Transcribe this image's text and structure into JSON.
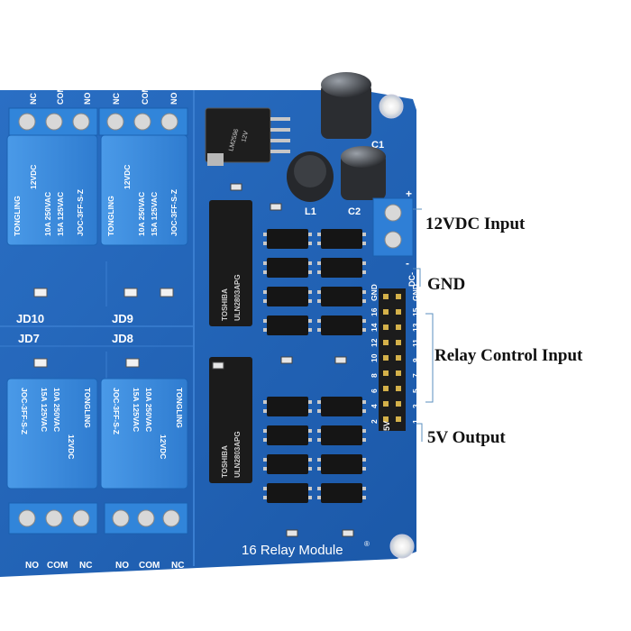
{
  "board": {
    "name": "16 Relay Module",
    "registered_mark": "®",
    "relay_labels": [
      "JD10",
      "JD9",
      "JD7",
      "JD8"
    ],
    "terminal_labels": {
      "top_left": [
        "NC",
        "COM",
        "NO"
      ],
      "top_right": [
        "NC",
        "COM",
        "NO"
      ],
      "bottom_left": [
        "NO",
        "COM",
        "NC"
      ],
      "bottom_right": [
        "NO",
        "COM",
        "NC"
      ]
    },
    "relay_text": {
      "brand": "TONGLING",
      "voltage": "12VDC",
      "rating1": "10A 250VAC",
      "rating2": "15A 125VAC",
      "rating3": "10A 250VAC",
      "model": "JOC-3FF-S-Z"
    },
    "ic_text": {
      "maker": "TOSHIBA",
      "part": "ULN2803APG"
    },
    "component_labels": {
      "l1": "L1",
      "c1": "C1",
      "c2": "C2"
    },
    "regulator_text": {
      "line1": "LM2596",
      "line2": "12V"
    },
    "header_top_labels": [
      "2",
      "4",
      "6",
      "8",
      "10",
      "12",
      "14",
      "16",
      "GND"
    ],
    "header_bottom_labels": [
      "1",
      "3",
      "5",
      "7",
      "9",
      "11",
      "13",
      "15",
      "GND"
    ],
    "header_side_top": "DC-",
    "header_side_bottom": "5V",
    "terminal_polarity": {
      "plus": "+",
      "minus": "-"
    }
  },
  "callouts": {
    "input_12v": "12VDC Input",
    "gnd": "GND",
    "relay_control": "Relay Control Input",
    "output_5v": "5V Output"
  },
  "colors": {
    "pcb": "#1f63b8",
    "pcb_dark": "#154e96",
    "relay": "#3b8fe0",
    "terminal": "#2f7fd6",
    "silk": "#ffffff"
  }
}
